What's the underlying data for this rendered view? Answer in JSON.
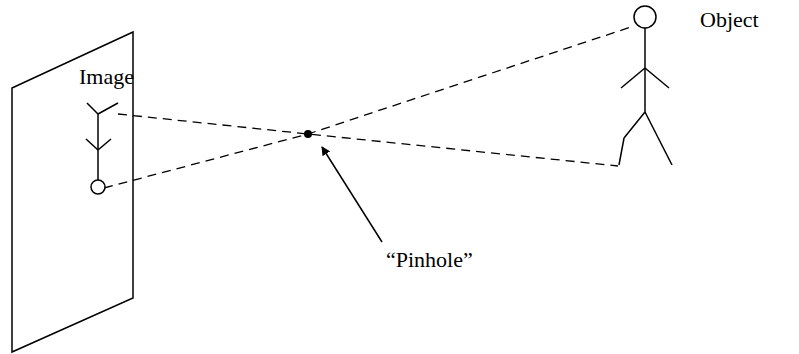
{
  "diagram": {
    "nodes": [
      {
        "text": [
          "Image"
        ]
      }
    ],
    "labels": [
      "Object",
      "“Pinhole”"
    ]
  }
}
